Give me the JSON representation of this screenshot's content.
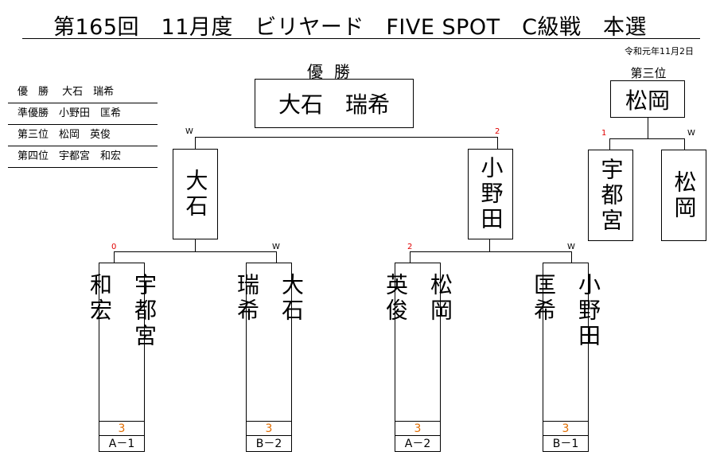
{
  "title": "第165回　11月度　ビリヤード　FIVE SPOT　C級戦　本選",
  "date": "令和元年11月2日",
  "results": [
    "優　勝　 大石　瑞希",
    "準優勝　小野田　匡希",
    "第三位　松岡　英俊",
    "第四位　宇都宮　和宏"
  ],
  "final": {
    "heading": "優勝",
    "winner": "大石　瑞希"
  },
  "third_place": {
    "heading": "第三位",
    "winner": "松岡"
  },
  "semifinals": [
    {
      "name": "大石",
      "mark": "W"
    },
    {
      "name": "小野田",
      "mark": "2"
    }
  ],
  "third_match": [
    {
      "name": "宇都宮",
      "mark": "1"
    },
    {
      "name": "松岡",
      "mark": "W"
    }
  ],
  "players": [
    {
      "name": "宇都宮\n\n和宏",
      "mark": "0",
      "score": "3",
      "group": "A－1"
    },
    {
      "name": "大石\n\n瑞希",
      "mark": "W",
      "score": "3",
      "group": "B－2"
    },
    {
      "name": "松岡\n\n英俊",
      "mark": "2",
      "score": "3",
      "group": "A－2"
    },
    {
      "name": "小野田\n\n匡希",
      "mark": "W",
      "score": "3",
      "group": "B－1"
    }
  ],
  "colors": {
    "score": "#e06c00",
    "loss_mark": "#e00000",
    "win_mark": "#000000"
  }
}
